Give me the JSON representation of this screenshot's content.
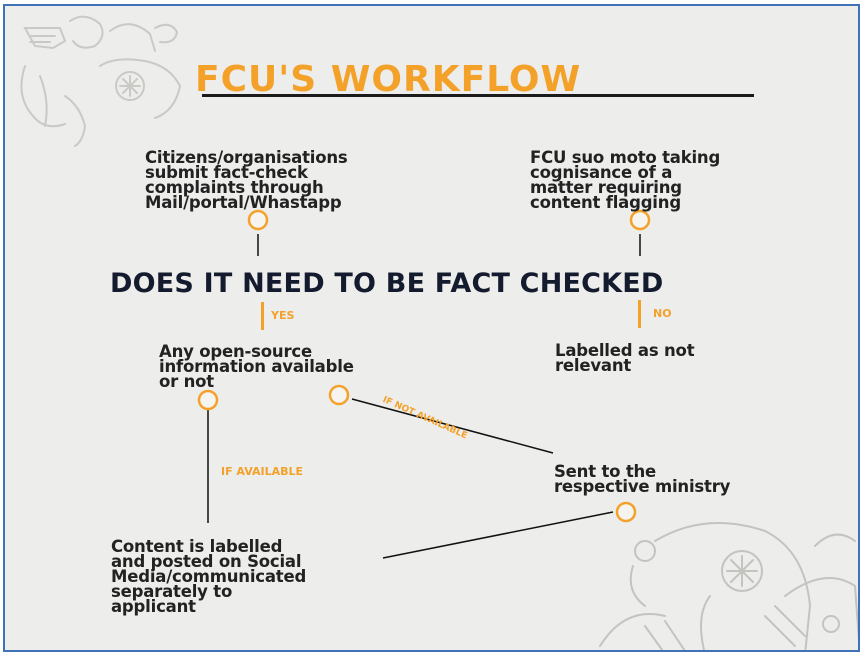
{
  "title": "FCU'S WORKFLOW",
  "question": "DOES IT NEED TO BE FACT CHECKED",
  "nodes": {
    "citizens": "Citizens/organisations\nsubmit fact-check\ncomplaints through\nMail/portal/Whastapp",
    "suo_moto": "FCU suo moto taking\ncognisance of a\nmatter requiring\ncontent flagging",
    "open_source": "Any open-source\ninformation available\nor not",
    "not_relevant": "Labelled as not\nrelevant",
    "ministry": "Sent to the\nrespective ministry",
    "labelled": "Content is labelled\nand posted on Social\nMedia/communicated\nseparately to\napplicant"
  },
  "branches": {
    "yes": "YES",
    "no": "NO",
    "if_available": "IF AVAILABLE",
    "if_not_available": "IF NOT AVAILABLE"
  },
  "colors": {
    "accent": "#f4a12a",
    "text": "#222222",
    "question": "#141b2e",
    "background": "#ededeb",
    "border": "#3f72b8"
  },
  "icons": [
    "doodle-people-icon",
    "doodle-head-gears-icon"
  ]
}
